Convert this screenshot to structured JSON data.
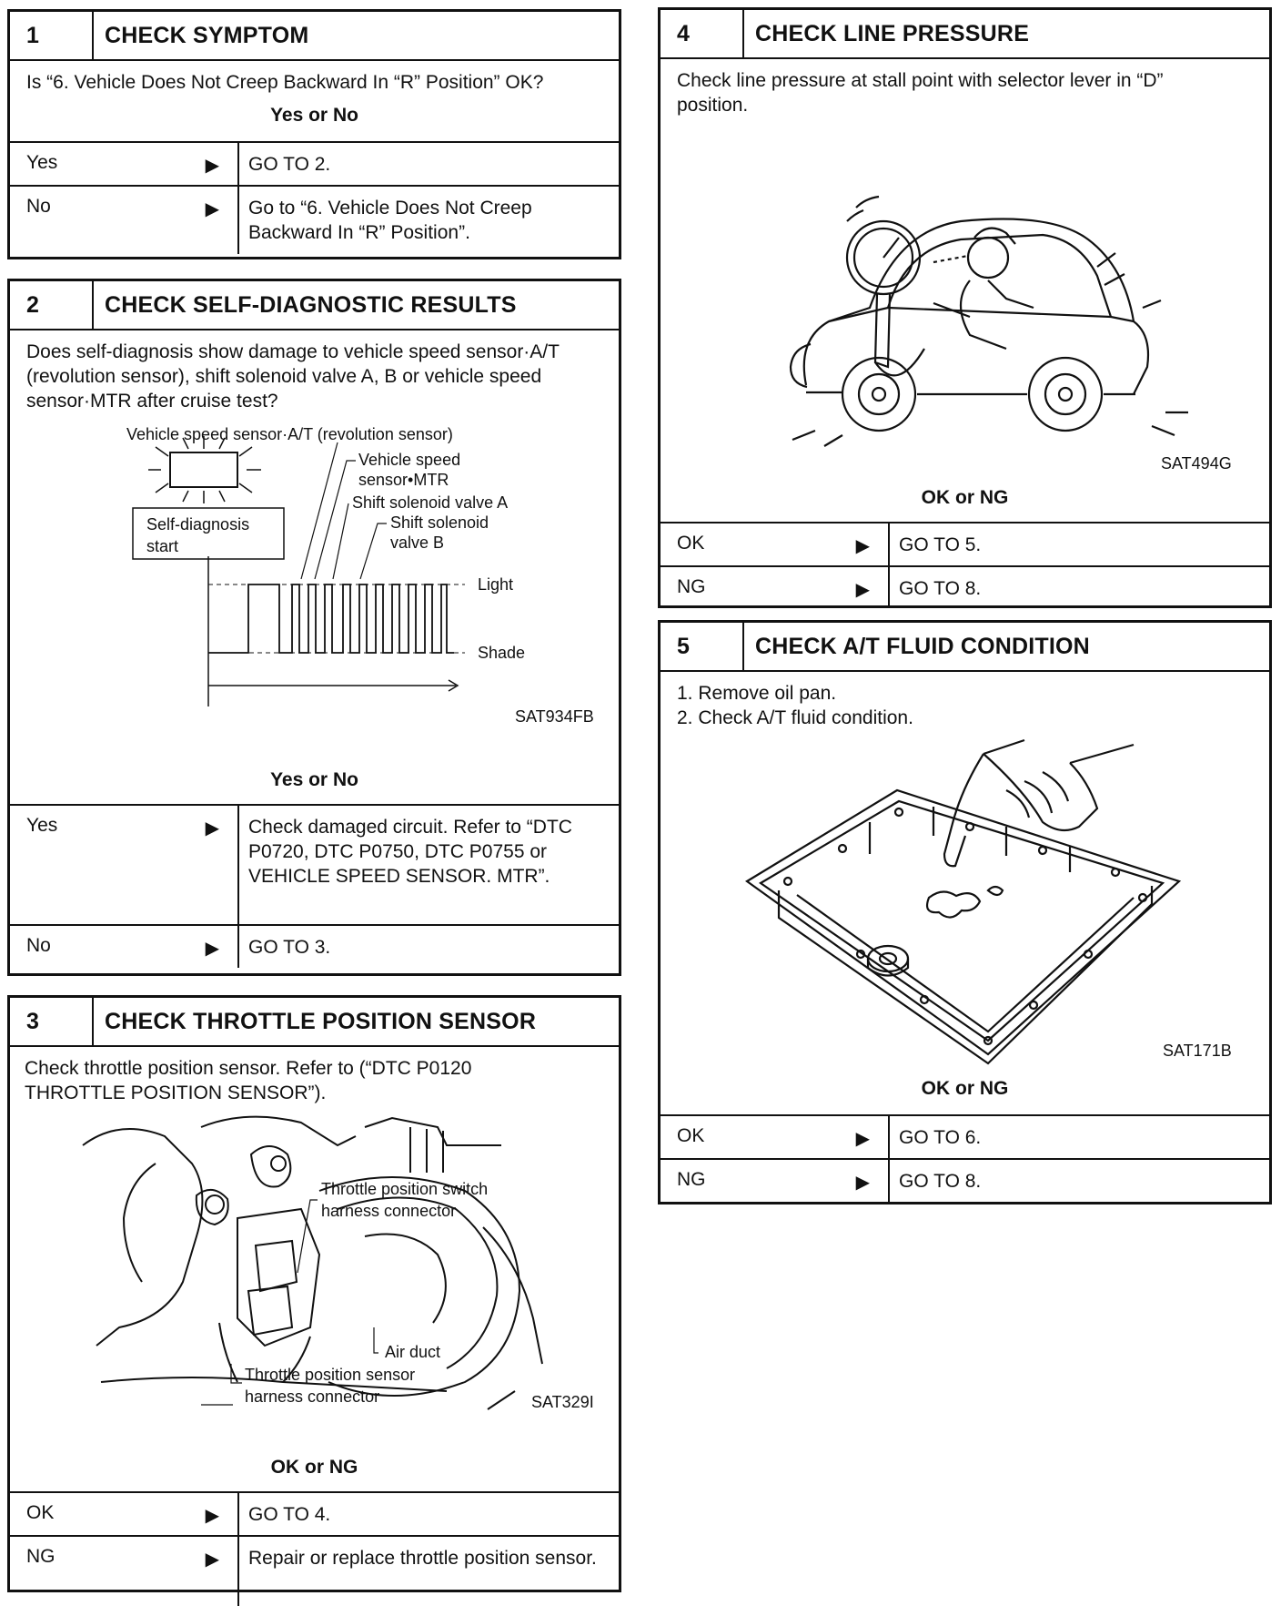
{
  "steps": {
    "s1": {
      "number": "1",
      "title": "CHECK SYMPTOM",
      "question": "Is “6. Vehicle Does Not Creep Backward In “R” Position” OK?",
      "ask": "Yes or No",
      "rows": [
        {
          "label": "Yes",
          "arrow": "▶",
          "result": "GO TO 2."
        },
        {
          "label": "No",
          "arrow": "▶",
          "result": "Go to “6. Vehicle Does Not Creep Backward In “R” Position”."
        }
      ]
    },
    "s2": {
      "number": "2",
      "title": "CHECK SELF-DIAGNOSTIC RESULTS",
      "question": "Does self-diagnosis show damage to vehicle speed sensor·A/T (revolution sensor), shift solenoid valve A, B or vehicle speed sensor·MTR after cruise test?",
      "figure": {
        "code": "SAT934FB",
        "label_vss_at": "Vehicle speed sensor·A/T (revolution sensor)",
        "label_vss_mtr_1": "Vehicle speed",
        "label_vss_mtr_2": "sensor•MTR",
        "label_ssa": "Shift solenoid valve A",
        "label_ssb_1": "Shift solenoid",
        "label_ssb_2": "valve B",
        "label_start_1": "Self-diagnosis",
        "label_start_2": "start",
        "label_light": "Light",
        "label_shade": "Shade"
      },
      "ask": "Yes or No",
      "rows": [
        {
          "label": "Yes",
          "arrow": "▶",
          "result": "Check damaged circuit. Refer to “DTC P0720, DTC P0750, DTC P0755 or VEHICLE SPEED SENSOR. MTR”."
        },
        {
          "label": "No",
          "arrow": "▶",
          "result": "GO TO 3."
        }
      ]
    },
    "s3": {
      "number": "3",
      "title": "CHECK THROTTLE POSITION SENSOR",
      "question": "Check throttle position sensor. Refer to (“DTC P0120 THROTTLE POSITION SENSOR”).",
      "figure": {
        "code": "SAT329I",
        "label_switch_1": "Throttle position switch",
        "label_switch_2": "harness connector",
        "label_duct": "Air duct",
        "label_sensor_1": "Throttle position sensor",
        "label_sensor_2": "harness connector"
      },
      "ask": "OK or NG",
      "rows": [
        {
          "label": "OK",
          "arrow": "▶",
          "result": "GO TO 4."
        },
        {
          "label": "NG",
          "arrow": "▶",
          "result": "Repair or replace throttle position sensor."
        }
      ]
    },
    "s4": {
      "number": "4",
      "title": "CHECK LINE PRESSURE",
      "question": "Check line pressure at stall point with selector lever in “D” position.",
      "figure": {
        "code": "SAT494G"
      },
      "ask": "OK or NG",
      "rows": [
        {
          "label": "OK",
          "arrow": "▶",
          "result": "GO TO 5."
        },
        {
          "label": "NG",
          "arrow": "▶",
          "result": "GO TO 8."
        }
      ]
    },
    "s5": {
      "number": "5",
      "title": "CHECK A/T FLUID CONDITION",
      "steps": [
        "1.  Remove oil pan.",
        "2.  Check A/T fluid condition."
      ],
      "figure": {
        "code": "SAT171B"
      },
      "ask": "OK or NG",
      "rows": [
        {
          "label": "OK",
          "arrow": "▶",
          "result": "GO TO 6."
        },
        {
          "label": "NG",
          "arrow": "▶",
          "result": "GO TO 8."
        }
      ]
    }
  }
}
